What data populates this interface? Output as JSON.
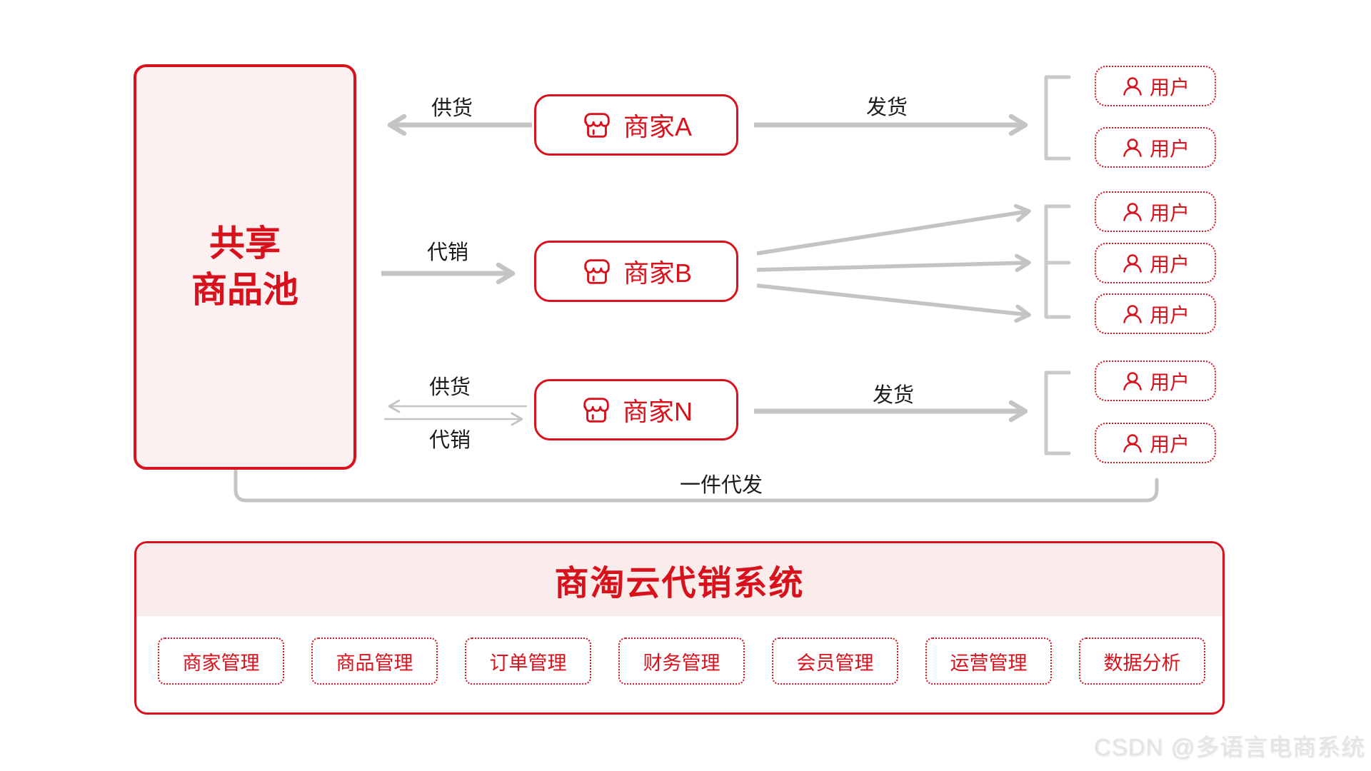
{
  "colors": {
    "accent_red": "#D8121C",
    "pool_fill": "#FCF0F0",
    "header_pink": "#FBECEC",
    "arrow_gray": "#C4C4C4",
    "bracket_gray": "#C9C9C9",
    "text_black": "#1B1B1B",
    "watermark_gray": "#E4E4E4"
  },
  "pool": {
    "line1": "共享",
    "line2": "商品池"
  },
  "merchants": {
    "a": "商家A",
    "b": "商家B",
    "n": "商家N"
  },
  "users": {
    "label": "用户"
  },
  "edge_labels": {
    "row_a_supply": "供货",
    "row_a_ship": "发货",
    "row_b_consign": "代销",
    "row_n_supply": "供货",
    "row_n_consign": "代销",
    "row_n_ship": "发货",
    "dropship": "一件代发"
  },
  "system": {
    "title": "商淘云代销系统",
    "modules": [
      "商家管理",
      "商品管理",
      "订单管理",
      "财务管理",
      "会员管理",
      "运营管理",
      "数据分析"
    ]
  },
  "watermark": "CSDN @多语言电商系统"
}
